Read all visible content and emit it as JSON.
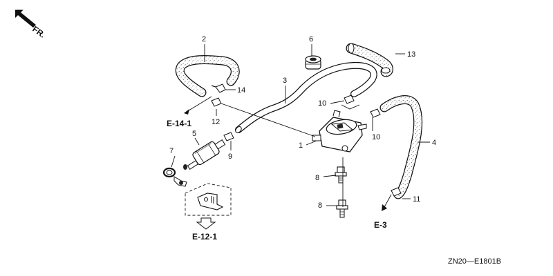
{
  "diagram": {
    "direction_label": "FR.",
    "callouts": {
      "n1": "1",
      "n2": "2",
      "n3": "3",
      "n4": "4",
      "n5": "5",
      "n6": "6",
      "n7": "7",
      "n8a": "8",
      "n8b": "8",
      "n9": "9",
      "n10a": "10",
      "n10b": "10",
      "n11": "11",
      "n12": "12",
      "n13": "13",
      "n14": "14"
    },
    "references": {
      "e14": "E-14-1",
      "e12": "E-12-1",
      "e3": "E-3"
    },
    "diagram_code": "ZN20—E1801B"
  }
}
